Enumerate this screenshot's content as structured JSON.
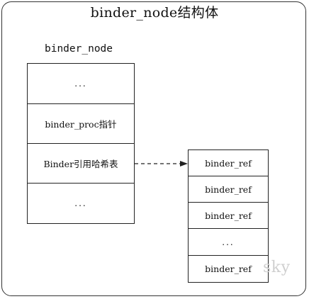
{
  "diagram": {
    "title": "binder_node结构体",
    "node_label": "binder_node",
    "node_fields": [
      "...",
      "binder_proc指针",
      "Binder引用哈希表",
      "..."
    ],
    "ref_list": [
      "binder_ref",
      "binder_ref",
      "binder_ref",
      "...",
      "binder_ref"
    ],
    "watermark": "sky",
    "colors": {
      "stroke": "#222222",
      "watermark": "#cfcfcf"
    }
  }
}
